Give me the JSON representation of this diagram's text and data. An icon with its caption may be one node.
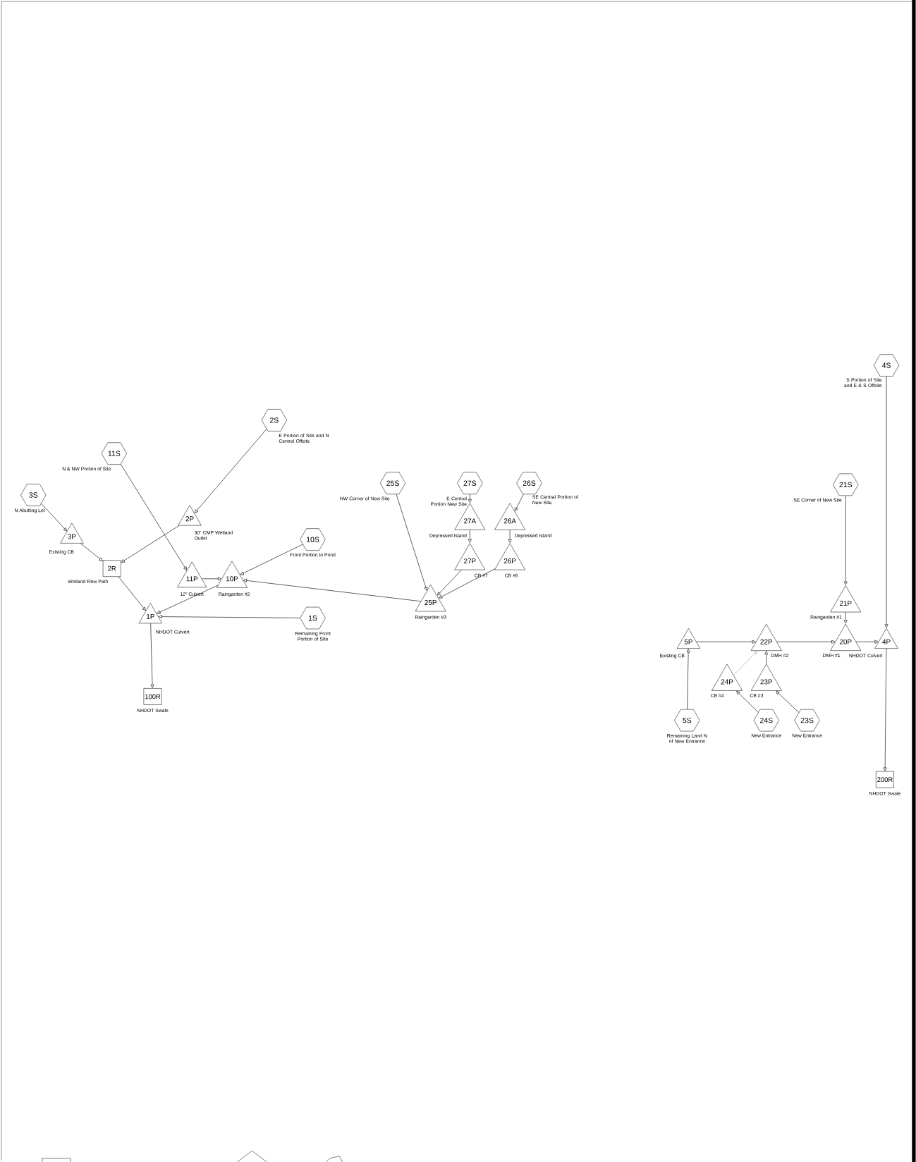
{
  "diagram": {
    "nodes": [
      {
        "text": [
          "2S"
        ],
        "beside": [
          "E Portion of Site and N Central Offsite"
        ]
      },
      {
        "text": [
          "11S"
        ],
        "beside": [
          "N & NW Portion of Site"
        ]
      },
      {
        "text": [
          "3S"
        ],
        "beside": [
          "N Abutting Lot"
        ]
      },
      {
        "text": [
          "2P"
        ],
        "beside": [
          "30\" CMP Wetland Outlet"
        ]
      },
      {
        "text": [
          "3P"
        ],
        "beside": [
          "Existing CB"
        ]
      },
      {
        "text": [
          "10S"
        ],
        "beside": [
          "Front Portion to Pond"
        ]
      },
      {
        "text": [
          "2R"
        ],
        "beside": [
          "Wetland Flow Path"
        ]
      },
      {
        "text": [
          "11P"
        ],
        "beside": [
          "12\" Culvert"
        ]
      },
      {
        "text": [
          "10P"
        ],
        "beside": [
          "Raingarden #2"
        ]
      },
      {
        "text": [
          "1P"
        ],
        "beside": [
          "NHDOT Culvert"
        ]
      },
      {
        "text": [
          "1S"
        ],
        "beside": [
          "Remaining Front Portion of Site"
        ]
      },
      {
        "text": [
          "100R"
        ],
        "beside": [
          "NHDOT Swale"
        ]
      },
      {
        "text": [
          "25S"
        ],
        "beside": [
          "NW Corner of New Site"
        ]
      },
      {
        "text": [
          "27S"
        ],
        "beside": [
          "E Central Portion New Site"
        ]
      },
      {
        "text": [
          "26S"
        ],
        "beside": [
          "SE Central Portion of New Site"
        ]
      },
      {
        "text": [
          "27A"
        ],
        "beside": [
          "Depressed Island"
        ]
      },
      {
        "text": [
          "26A"
        ],
        "beside": [
          "Depressed Island"
        ]
      },
      {
        "text": [
          "27P"
        ],
        "beside": [
          "CB #7"
        ]
      },
      {
        "text": [
          "26P"
        ],
        "beside": [
          "CB #6"
        ]
      },
      {
        "text": [
          "25P"
        ],
        "beside": [
          "Raingarden #3"
        ]
      },
      {
        "text": [
          "4S"
        ],
        "beside": [
          "S Portion of Site and E & S Offsite"
        ]
      },
      {
        "text": [
          "21S"
        ],
        "beside": [
          "SE Corner of New Site"
        ]
      },
      {
        "text": [
          "21P"
        ],
        "beside": [
          "Raingarden #1"
        ]
      },
      {
        "text": [
          "5P"
        ],
        "beside": [
          "Existing CB"
        ]
      },
      {
        "text": [
          "22P"
        ],
        "beside": [
          "DMH #2"
        ]
      },
      {
        "text": [
          "20P"
        ],
        "beside": [
          "DMH #1"
        ]
      },
      {
        "text": [
          "4P"
        ],
        "beside": [
          "NHDOT Culvert"
        ]
      },
      {
        "text": [
          "24P"
        ],
        "beside": [
          "CB #4"
        ]
      },
      {
        "text": [
          "23P"
        ],
        "beside": [
          "CB #3"
        ]
      },
      {
        "text": [
          "5S"
        ],
        "beside": [
          "Remaining Land N of New Entrance"
        ]
      },
      {
        "text": [
          "24S"
        ],
        "beside": [
          "New Entrance"
        ]
      },
      {
        "text": [
          "23S"
        ],
        "beside": [
          "New Entrance"
        ]
      },
      {
        "text": [
          "200R"
        ],
        "beside": [
          "NHDOT Swale"
        ]
      }
    ],
    "edges": [
      {
        "from": 0,
        "to": 3,
        "arrow": "to"
      },
      {
        "from": 1,
        "to": 7,
        "arrow": "to"
      },
      {
        "from": 2,
        "to": 4,
        "arrow": "to"
      },
      {
        "from": 4,
        "to": 6,
        "arrow": "to"
      },
      {
        "from": 3,
        "to": 6,
        "arrow": "to"
      },
      {
        "from": 6,
        "to": 9,
        "arrow": "to"
      },
      {
        "from": 7,
        "to": 8,
        "arrow": "to"
      },
      {
        "from": 5,
        "to": 8,
        "arrow": "to"
      },
      {
        "from": 19,
        "to": 8,
        "arrow": "to"
      },
      {
        "from": 8,
        "to": 9,
        "arrow": "to"
      },
      {
        "from": 10,
        "to": 9,
        "arrow": "to"
      },
      {
        "from": 9,
        "to": 11,
        "arrow": "to"
      },
      {
        "from": 12,
        "to": 19,
        "arrow": "to"
      },
      {
        "from": 13,
        "to": 15,
        "arrow": "to"
      },
      {
        "from": 15,
        "to": 17,
        "arrow": "to"
      },
      {
        "from": 14,
        "to": 16,
        "arrow": "to"
      },
      {
        "from": 16,
        "to": 18,
        "arrow": "to"
      },
      {
        "from": 17,
        "to": 19,
        "arrow": "to"
      },
      {
        "from": 18,
        "to": 19,
        "arrow": "to"
      },
      {
        "from": 20,
        "to": 26,
        "arrow": "to"
      },
      {
        "from": 21,
        "to": 22,
        "arrow": "to"
      },
      {
        "from": 22,
        "to": 25,
        "arrow": "to"
      },
      {
        "from": 29,
        "to": 23,
        "arrow": "to"
      },
      {
        "from": 23,
        "to": 24,
        "arrow": "to"
      },
      {
        "from": 24,
        "to": 25,
        "arrow": "to"
      },
      {
        "from": 25,
        "to": 26,
        "arrow": "to"
      },
      {
        "from": 27,
        "to": 24,
        "arrow": "to",
        "color": "#999999"
      },
      {
        "from": 28,
        "to": 24,
        "arrow": "to"
      },
      {
        "from": 30,
        "to": 27,
        "arrow": "to"
      },
      {
        "from": 31,
        "to": 28,
        "arrow": "to"
      },
      {
        "from": 26,
        "to": 32,
        "arrow": "to"
      }
    ]
  }
}
